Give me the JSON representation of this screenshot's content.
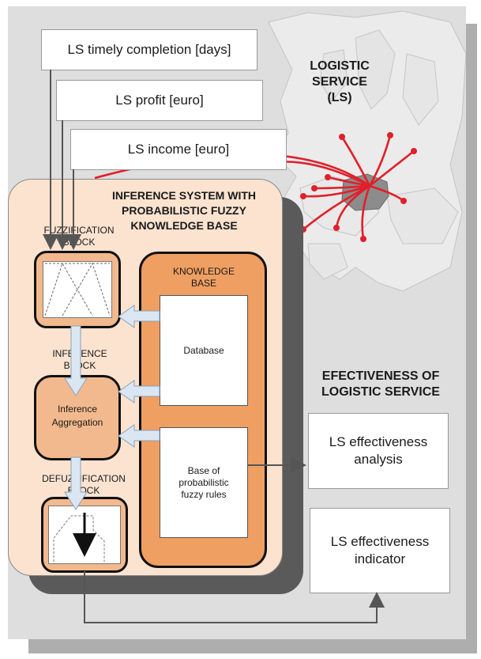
{
  "inputs": {
    "timely_completion": "LS timely completion [days]",
    "profit": "LS profit [euro]",
    "income": "LS income [euro]"
  },
  "logistic_service_heading": [
    "LOGISTIC",
    "SERVICE (LS)"
  ],
  "inference_system": {
    "title": [
      "INFERENCE SYSTEM WITH",
      "PROBABILISTIC FUZZY",
      "KNOWLEDGE BASE"
    ],
    "fuzzification_label": [
      "FUZZIFICATION",
      "BLOCK"
    ],
    "inference_label": [
      "INFERENCE",
      "BLOCK"
    ],
    "inference_aggregation": [
      "Inference",
      "Aggregation"
    ],
    "defuzzification_label": [
      "DEFUZZIFICATION",
      "BLOCK"
    ],
    "knowledge_base": {
      "title": [
        "KNOWLEDGE",
        "BASE"
      ],
      "database": "Database",
      "rules": [
        "Base of",
        "probabilistic",
        "fuzzy rules"
      ]
    }
  },
  "effectiveness_heading": [
    "EFECTIVENESS OF",
    "LOGISTIC SERVICE"
  ],
  "outputs": {
    "analysis": [
      "LS effectiveness",
      "analysis"
    ],
    "indicator": [
      "LS effectiveness",
      "indicator"
    ]
  },
  "colors": {
    "route": "#e0202a",
    "system_fill": "#fbe3d0",
    "block_fill": "#f2b98e",
    "kb_fill": "#ef9f62",
    "flow_arrow": "#dbe6f3"
  }
}
